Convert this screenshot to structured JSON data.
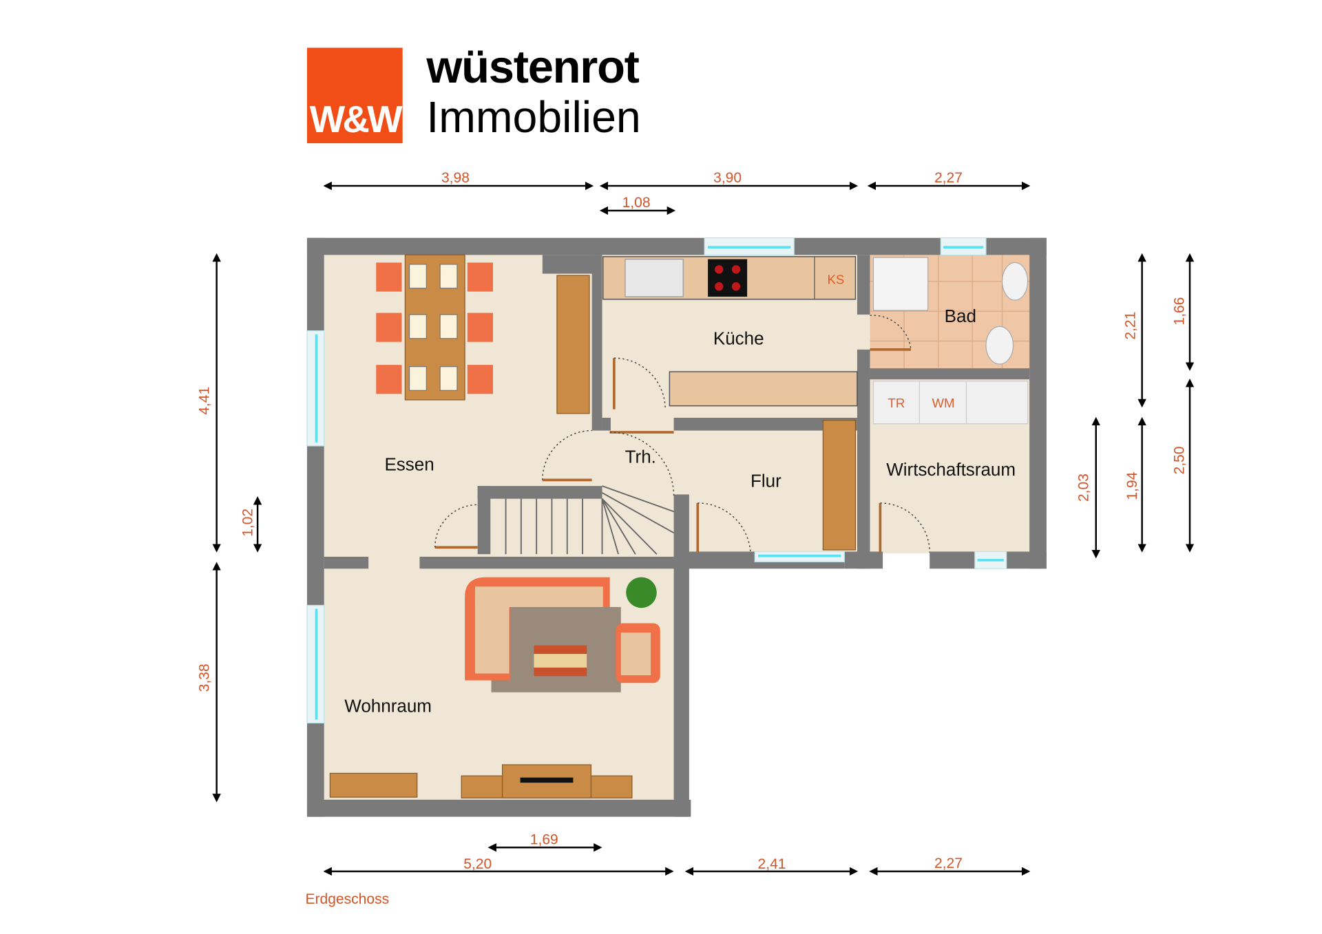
{
  "logo": {
    "mark": "W&W",
    "brand": "wüstenrot",
    "subtitle": "Immobilien",
    "brand_color": "#f04e16"
  },
  "floor_name": "Erdgeschoss",
  "rooms": {
    "essen": "Essen",
    "kueche": "Küche",
    "bad": "Bad",
    "treppenhaus": "Trh.",
    "flur": "Flur",
    "wirtschaftsraum": "Wirtschaftsraum",
    "wohnraum": "Wohnraum"
  },
  "appliances": {
    "fridge": "KS",
    "dryer": "TR",
    "washer": "WM"
  },
  "dimensions": {
    "top": [
      "3,98",
      "3,90",
      "2,27",
      "1,08"
    ],
    "bottom": [
      "1,69",
      "5,20",
      "2,41",
      "2,27"
    ],
    "left": [
      "4,41",
      "1,02",
      "3,38"
    ],
    "right": [
      "2,21",
      "1,66",
      "2,03",
      "1,94",
      "2,50"
    ]
  },
  "colors": {
    "wall": "#7a7a7a",
    "floor": "#efe6d5",
    "dimension_text": "#d2552a",
    "accent_furniture": "#f07048"
  }
}
